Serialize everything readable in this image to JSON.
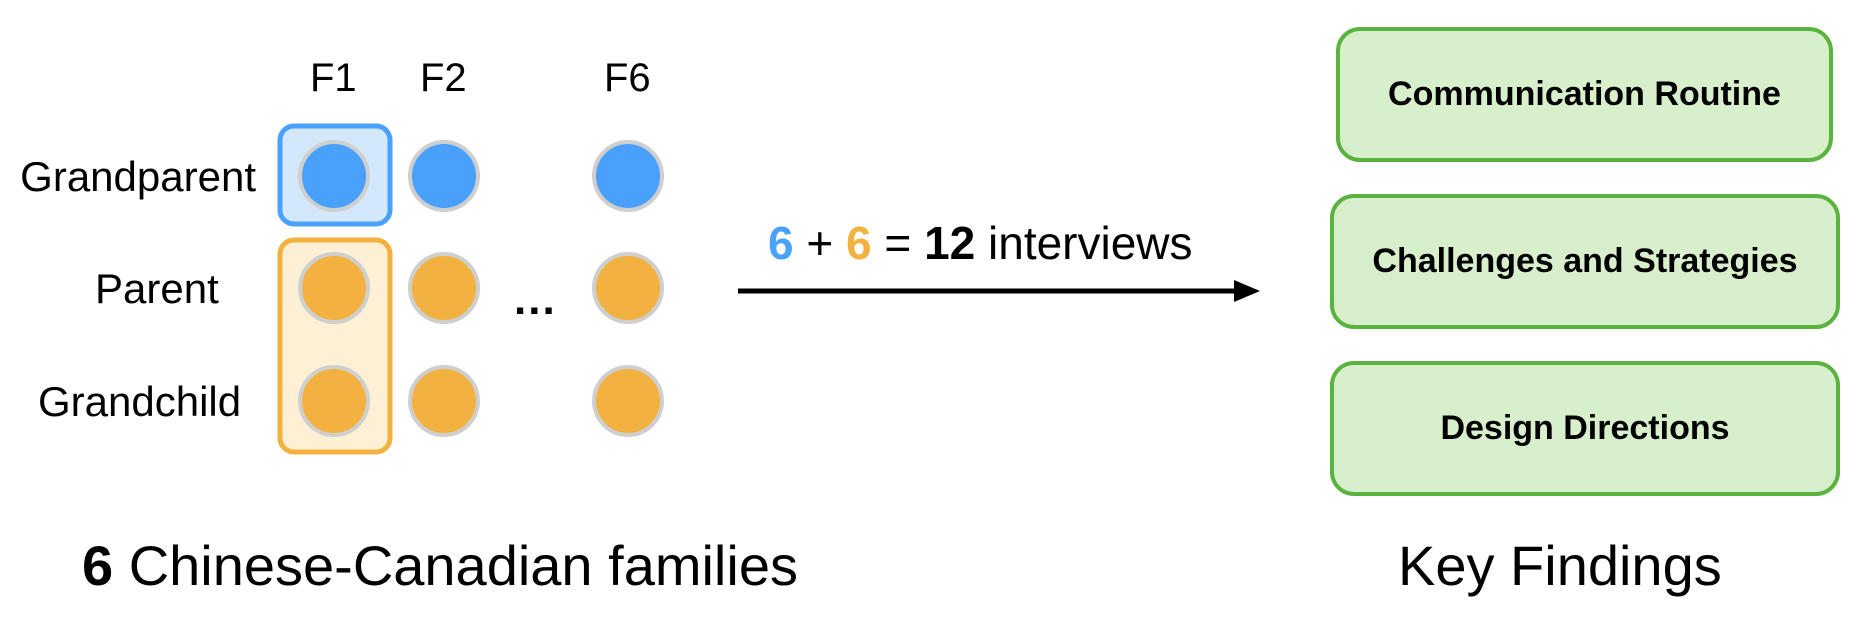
{
  "colors": {
    "grandparent": "#4aa1fb",
    "grandparent_highlight_fill": "#d3e9fb",
    "younger": "#f3b240",
    "younger_highlight_fill": "#fdf0d4",
    "dot_ring": "#cfcfcf",
    "findings_fill": "#d8efcc",
    "findings_border": "#5bb33f"
  },
  "families": {
    "columns": [
      "F1",
      "F2",
      "F6"
    ],
    "ellipsis": "...",
    "rows": [
      "Grandparent",
      "Parent",
      "Grandchild"
    ]
  },
  "equation": {
    "a": "6",
    "plus": "+",
    "b": "6",
    "equals": "=",
    "total": "12",
    "unit": "interviews"
  },
  "caption_left": {
    "count": "6",
    "text": "Chinese-Canadian families"
  },
  "findings": {
    "items": [
      "Communication Routine",
      "Challenges and Strategies",
      "Design Directions"
    ],
    "caption": "Key Findings"
  }
}
